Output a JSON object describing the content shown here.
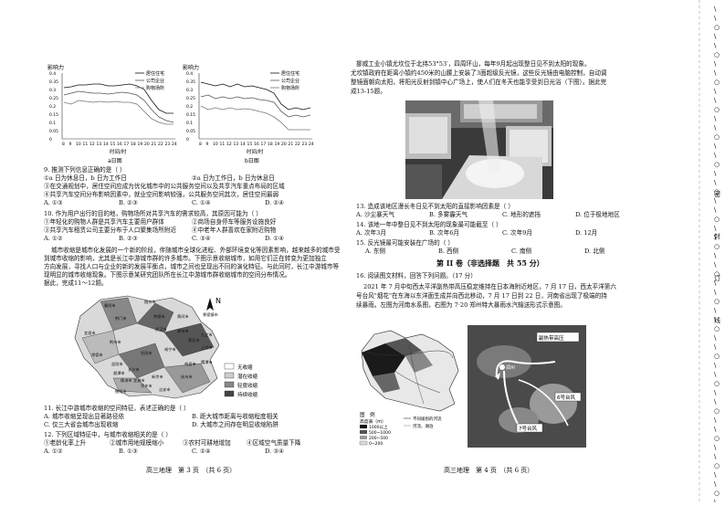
{
  "left_page": {
    "chart_a": {
      "ylabel": "影响力",
      "yticks": [
        "0.4",
        "0.35",
        "0.3",
        "0.25",
        "0.2",
        "0.15",
        "0.1",
        "0.05",
        "0"
      ],
      "xticks": [
        "8",
        "9",
        "10",
        "11",
        "12",
        "13",
        "14",
        "15",
        "16",
        "17",
        "18",
        "19",
        "20",
        "21",
        "22",
        "23",
        "24"
      ],
      "xlabel": "时间/时",
      "legend": [
        "居住住宅",
        "公司企业",
        "购物场所"
      ],
      "caption": "a日图"
    },
    "chart_b": {
      "ylabel": "影响力",
      "yticks": [
        "0.4",
        "0.35",
        "0.3",
        "0.25",
        "0.2",
        "0.15",
        "0.1",
        "0.05",
        "0"
      ],
      "xticks": [
        "8",
        "9",
        "10",
        "11",
        "12",
        "13",
        "14",
        "15",
        "16",
        "17",
        "18",
        "19",
        "20",
        "21",
        "22",
        "23",
        "24"
      ],
      "xlabel": "时间/时",
      "legend": [
        "居住住宅",
        "公司企业",
        "购物场所"
      ],
      "caption": "b日图"
    },
    "q9": {
      "stem": "9. 推测下列信息正确的是（    ）",
      "l1a": "①a 日为休息日，b 日为工作日",
      "l1b": "②a 日为工作日，b 日为休息日",
      "l2": "③在交通规划中，居住空间应成为优化城市中的公共服务空间以及共享汽车重点布局的区域",
      "l3": "④共享汽车空间分布影响因素中，就业空间影响较强，公共服务空间其次，居住空间最弱",
      "options": [
        "A. ①③",
        "B. ②③",
        "C. ①④",
        "D. ②④"
      ]
    },
    "q10": {
      "stem": "10. 作为用户出行的目的地，购物场所对共享汽车的需求较高，其原因可能为（    ）",
      "l1a": "①年轻化的购物人群是共享汽车主要用户群体",
      "l1b": "②商场自身停车等服务设施良好",
      "l2a": "③共享汽车租赁公司主要分布于人口聚集场所附近",
      "l2b": "④中老年人群喜欢在家附近购物",
      "options": [
        "A. ①②",
        "B. ②③",
        "C. ③④",
        "D. ①④"
      ]
    },
    "passage": [
      "城市收缩是城市化发展的一个新的阶段，伴随城市全球化进程、外部环境变化等因素影响，越来越多的城市受",
      "到城市收缩的影响，尤其是长江中游城市群的许多城市。下图示意收缩城市，如用它们正在转变为更加独立",
      "方向发展，寻找人口与企业的新的发展平衡点，城市之间也呈现出不同的演化特征。与此同时，长江中游城市等",
      "现明显的城市收缩现象。下图示意某研究团队所在长江中游城市群收缩城市的空间分布情况。",
      "据此，完成11～12题。"
    ],
    "map": {
      "north_label": "N",
      "cities": [
        "襄阳市",
        "随州市",
        "荆门市",
        "孝感市",
        "黄冈市",
        "宜昌市",
        "荆州市",
        "武汉市",
        "鄂州市",
        "黄石市",
        "咸宁市",
        "岳阳市",
        "九江市",
        "常德市",
        "益阳市",
        "南昌市",
        "长沙市",
        "景德镇市",
        "上饶市",
        "新余市",
        "宜春市",
        "鹰潭市",
        "抚州市",
        "株洲市",
        "湘潭市",
        "萍乡市",
        "衡阳市",
        "吉安市"
      ],
      "legend": [
        "无收缩",
        "潜在收缩",
        "轻度收缩",
        "持续收缩"
      ]
    },
    "q11": {
      "stem": "11. 长江中游城市收缩的空间特征，表述正确的是（    ）",
      "l1a": "A. 城市收缩呈现出显著路径依",
      "l1b": "B. 距大城市距离与收缩程度相关",
      "l2a": "C. 仅三大省会城市出现收缩",
      "l2b": "D. 大城市之间存在明显收缩陷阱"
    },
    "q12": {
      "stem": "12. 下列区域特征中，与城市收缩相关的是（    ）",
      "l1a": "①老龄化率上升",
      "l1b": "②城市用地规模缩小",
      "l1c": "③农村可耕地增加",
      "l1d": "④区域空气质量下降",
      "options": [
        "A. ①②",
        "B. ①③",
        "C. ②④",
        "D. ③④"
      ]
    },
    "footer": "高三地理　第 3 页　（共 6 页）"
  },
  "right_page": {
    "passage": [
      "挪威工业小镇尤坎位于北纬53°53′，四周环山，每年9月起出现整日见不到太阳的现象。",
      "尤坎镇政府在距离小镇约450米的山腰上安装了3面超级反光镜，这些反光镜由电脑控制，自动调",
      "整镜面朝向太阳，将阳光反射到镇中心广场上，使人们在冬天也能享受到日光浴（下图）。据此完",
      "成13-15题。"
    ],
    "q13": {
      "stem": "13. 造成该地区漫长冬日见不到太阳的直接影响因素是（    ）",
      "options": [
        "A. 沙尘暴天气",
        "B. 多雾霾天气",
        "C. 地形的遮挡",
        "D. 位于极地地区"
      ]
    },
    "q14": {
      "stem": "14. 该地一年中整日见不到太阳的现象最可能截至（    ）",
      "options": [
        "A. 次年3月",
        "B. 次年6月",
        "C. 次年9月",
        "D. 12月"
      ]
    },
    "q15": {
      "stem": "15. 反光镜最可能安装在广场的（    ）",
      "options": [
        "A. 东侧",
        "B. 西侧",
        "C. 南侧",
        "D. 北侧"
      ]
    },
    "section_title": "第 II 卷（非选择题　共 55 分）",
    "q16": {
      "stem": "16. 阅读图文材料，回答下列问题。（17 分）",
      "text": [
        "2021 年 7 月中旬西太平洋副热带高压稳定维持在日本海附近地区，7 月 17 日，西太平洋第六",
        "号台风\"烟花\"在东海以东洋面生成并向西北移动，7 月 17 日到 22 日，河南省出现了极端的持",
        "续暴雨。左图为河南水系图，右图为 7·20 郑州特大暴雨水汽输送形式示意图。"
      ]
    },
    "map_left": {
      "legend_title": "图　例",
      "legend_height": "高度表（m）",
      "legend_items": [
        "1000以上",
        "500~1000",
        "200~500",
        "0~200"
      ],
      "legend_line1": "不同级别的河流",
      "legend_line2": "河流、湖泊"
    },
    "map_right": {
      "label_high": "副热带高压",
      "label_typhoon6": "6号台风",
      "label_typhoon7": "7号台风",
      "label_zz": "郑州"
    },
    "footer": "高三地理　第 4 页　（共 6 页）"
  },
  "binding_margin": {
    "chars": [
      "密",
      "封",
      "订",
      "线"
    ]
  }
}
